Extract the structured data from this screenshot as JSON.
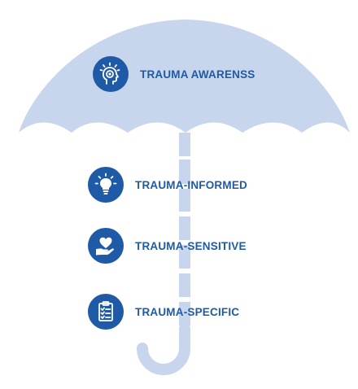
{
  "diagram": {
    "items": [
      {
        "label": "TRAUMA AWARENSS",
        "icon": "head-target-icon"
      },
      {
        "label": "TRAUMA-INFORMED",
        "icon": "lightbulb-icon"
      },
      {
        "label": "TRAUMA-SENSITIVE",
        "icon": "heart-hand-icon"
      },
      {
        "label": "TRAUMA-SPECIFIC",
        "icon": "clipboard-checklist-icon"
      }
    ]
  },
  "colors": {
    "umbrella": "#c7d6ec",
    "badge": "#1f5aa6",
    "label": "#1f5aa6"
  }
}
